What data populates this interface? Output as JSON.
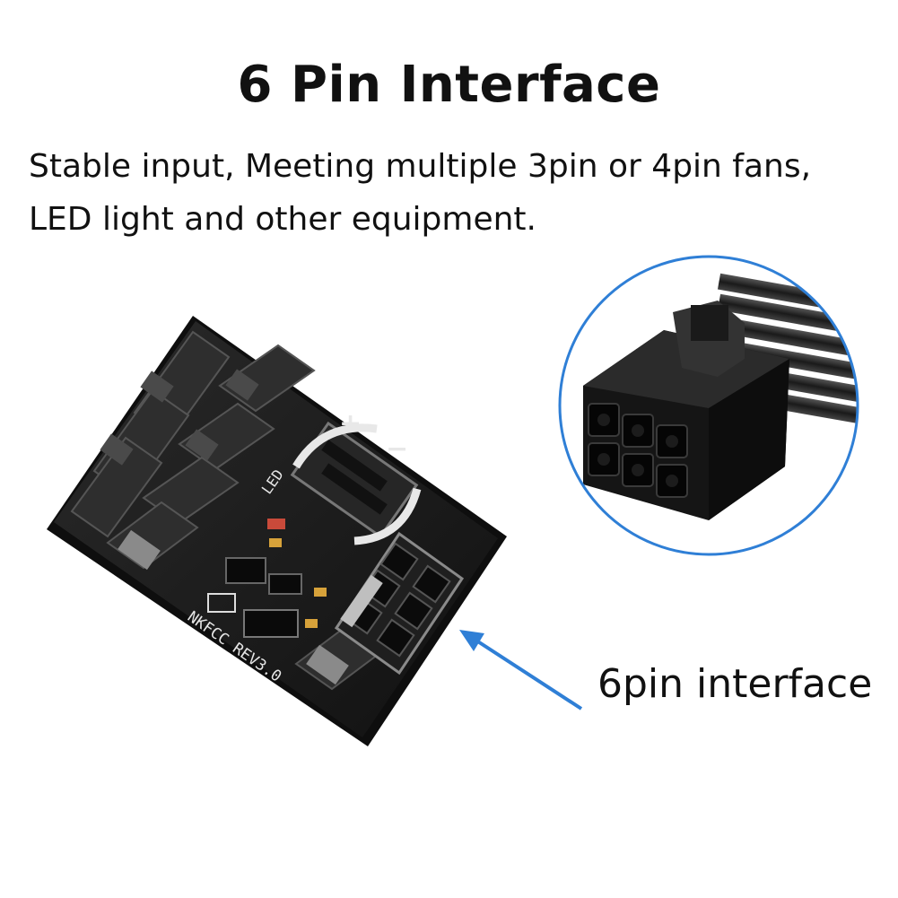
{
  "title": "6 Pin Interface",
  "description": {
    "line1": "Stable input, Meeting multiple 3pin or 4pin fans,",
    "line2": "LED light and other equipment."
  },
  "callout": "6pin interface",
  "board": {
    "label": "NKFCC REV3.0",
    "led_label": "LED",
    "polarity_plus": "+",
    "polarity_minus": "−"
  },
  "colors": {
    "accent_blue": "#2f7fd6",
    "pcb": "#1b1b1b",
    "connector": "#2a2a2a"
  }
}
